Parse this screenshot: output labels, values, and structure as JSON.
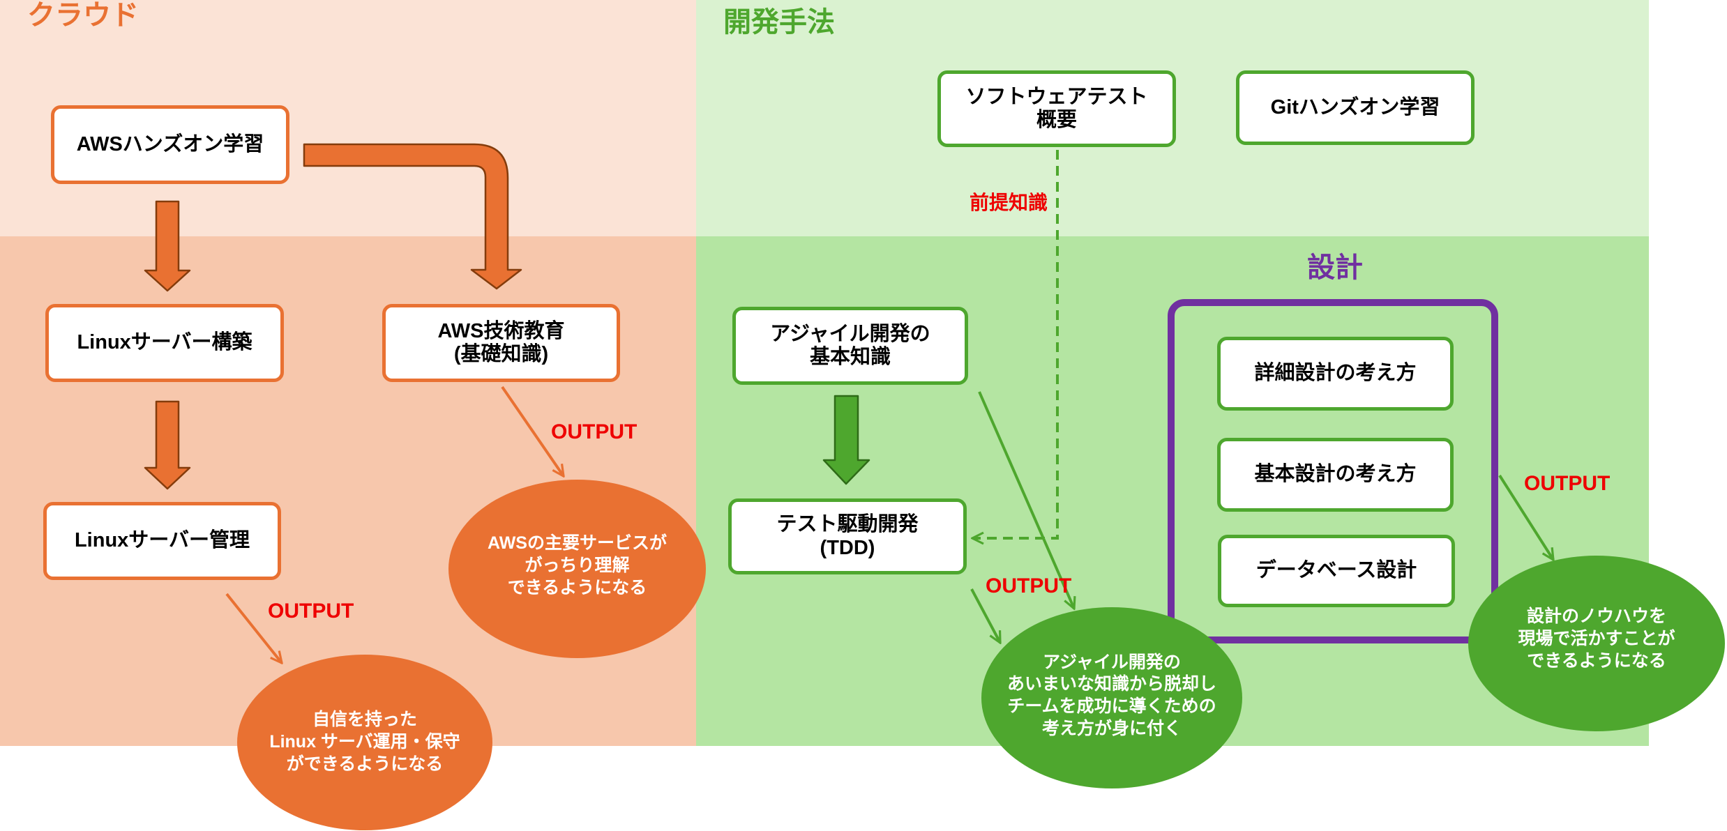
{
  "colors": {
    "orange": "#E97132",
    "orange_dark": "#843C0C",
    "cloud_light": "#FBE3D6",
    "cloud_mid": "#F7C7AC",
    "green": "#4EA72E",
    "green_dark": "#2E6B17",
    "dev_light": "#DAF2D0",
    "dev_mid": "#B4E5A2",
    "purple": "#7030A0",
    "red": "#EE0000"
  },
  "cloud": {
    "title": "クラウド",
    "aws_handson": "AWSハンズオン学習",
    "linux_build": "Linuxサーバー構築",
    "aws_education": [
      "AWS技術教育",
      "(基礎知識)"
    ],
    "linux_manage": "Linuxサーバー管理",
    "output_aws": "OUTPUT",
    "output_linux": "OUTPUT",
    "goal_aws": [
      "AWSの主要サービスが",
      "がっちり理解",
      "できるようになる"
    ],
    "goal_linux": [
      "自信を持った",
      "Linux サーバ運用・保守",
      "ができるようになる"
    ]
  },
  "dev": {
    "title": "開発手法",
    "software_test": [
      "ソフトウェアテスト",
      "概要"
    ],
    "git_handson": "Gitハンズオン学習",
    "prerequisite": "前提知識",
    "agile_basics": [
      "アジャイル開発の",
      "基本知識"
    ],
    "tdd": [
      "テスト駆動開発",
      "(TDD)"
    ],
    "output_tdd": "OUTPUT",
    "goal_agile": [
      "アジャイル開発の",
      "あいまいな知識から脱却し",
      "チームを成功に導くための",
      "考え方が身に付く"
    ]
  },
  "design": {
    "title": "設計",
    "items": [
      "詳細設計の考え方",
      "基本設計の考え方",
      "データベース設計"
    ],
    "output": "OUTPUT",
    "goal": [
      "設計のノウハウを",
      "現場で活かすことが",
      "できるようになる"
    ]
  }
}
